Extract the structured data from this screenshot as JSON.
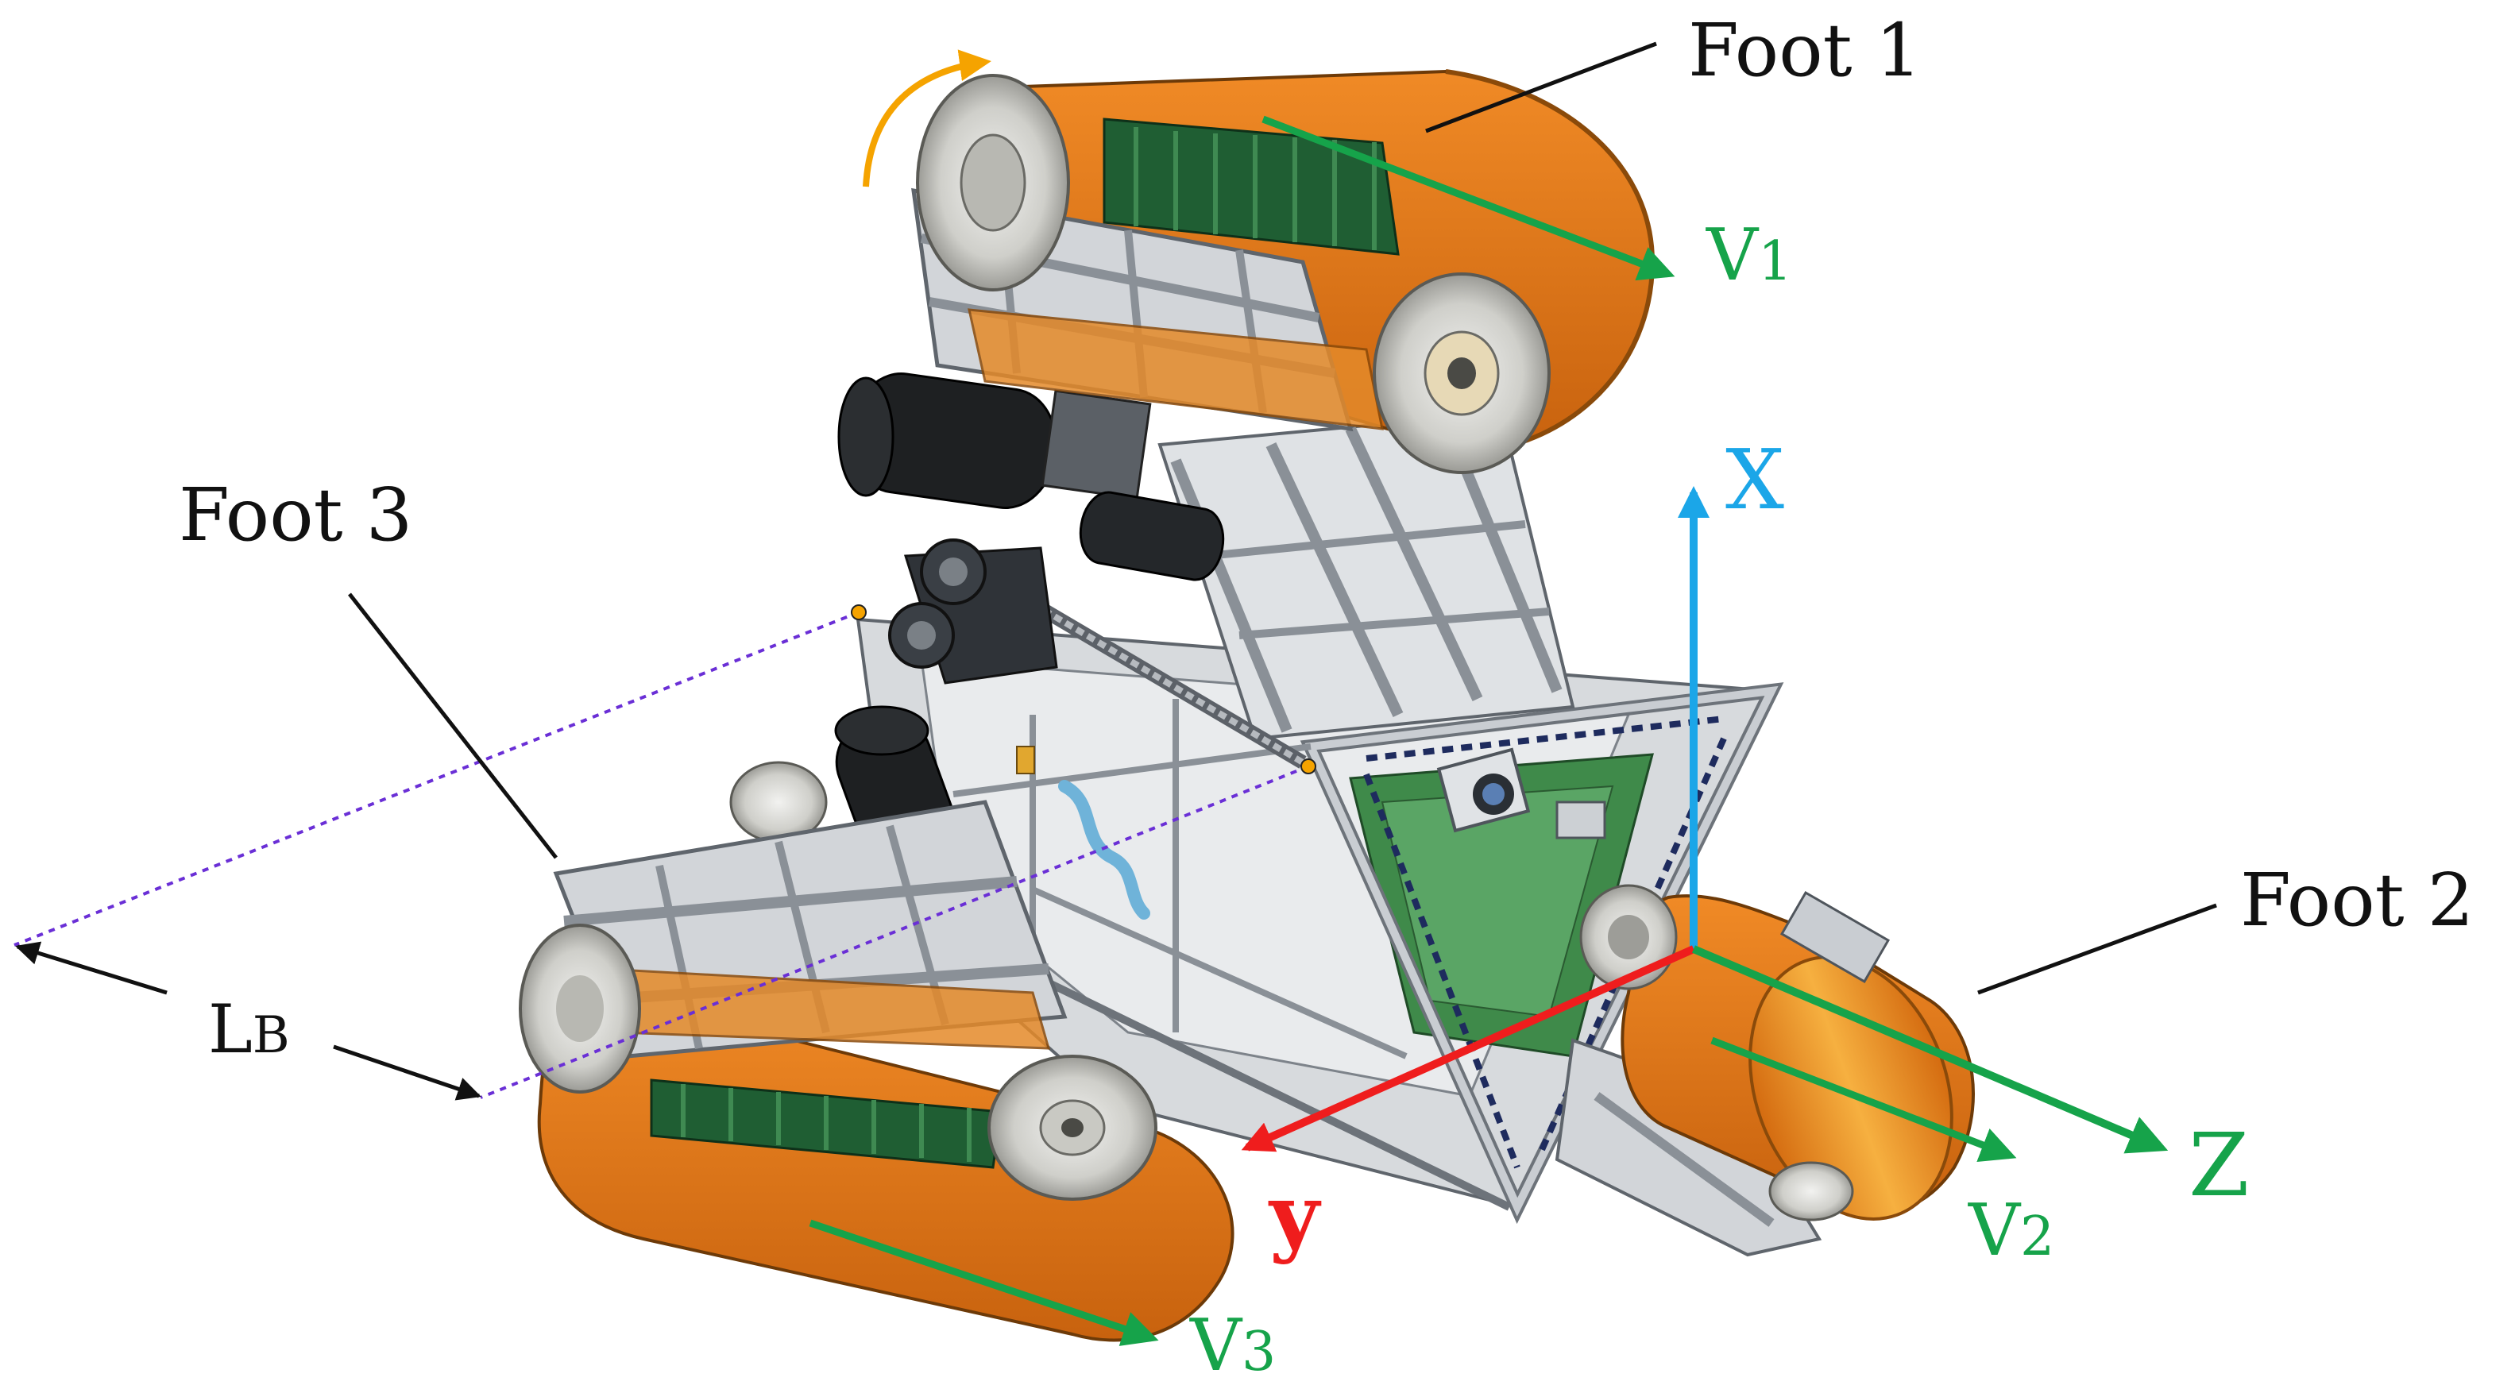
{
  "labels": {
    "foot1": "Foot 1",
    "foot2": "Foot 2",
    "foot3": "Foot 3",
    "lb_main": "L",
    "lb_sub": "B",
    "v1_main": "V",
    "v1_sub": "1",
    "v2_main": "V",
    "v2_sub": "2",
    "v3_main": "V",
    "v3_sub": "3",
    "axis_x": "X",
    "axis_y": "y",
    "axis_z": "Z"
  },
  "colors": {
    "track_orange": "#e07a1a",
    "track_orange_dark": "#b95a0c",
    "frame_gray": "#c9cdd2",
    "frame_dark": "#6f757c",
    "velocity_green": "#16a34a",
    "axis_blue": "#1ba6e8",
    "axis_red": "#ef1d1d",
    "axis_green": "#16a34a",
    "rotation_yellow": "#f5a300",
    "dashed_purple": "#6a2fd6"
  },
  "icons": {
    "rotation_arrow": "curved-arrow-icon"
  }
}
